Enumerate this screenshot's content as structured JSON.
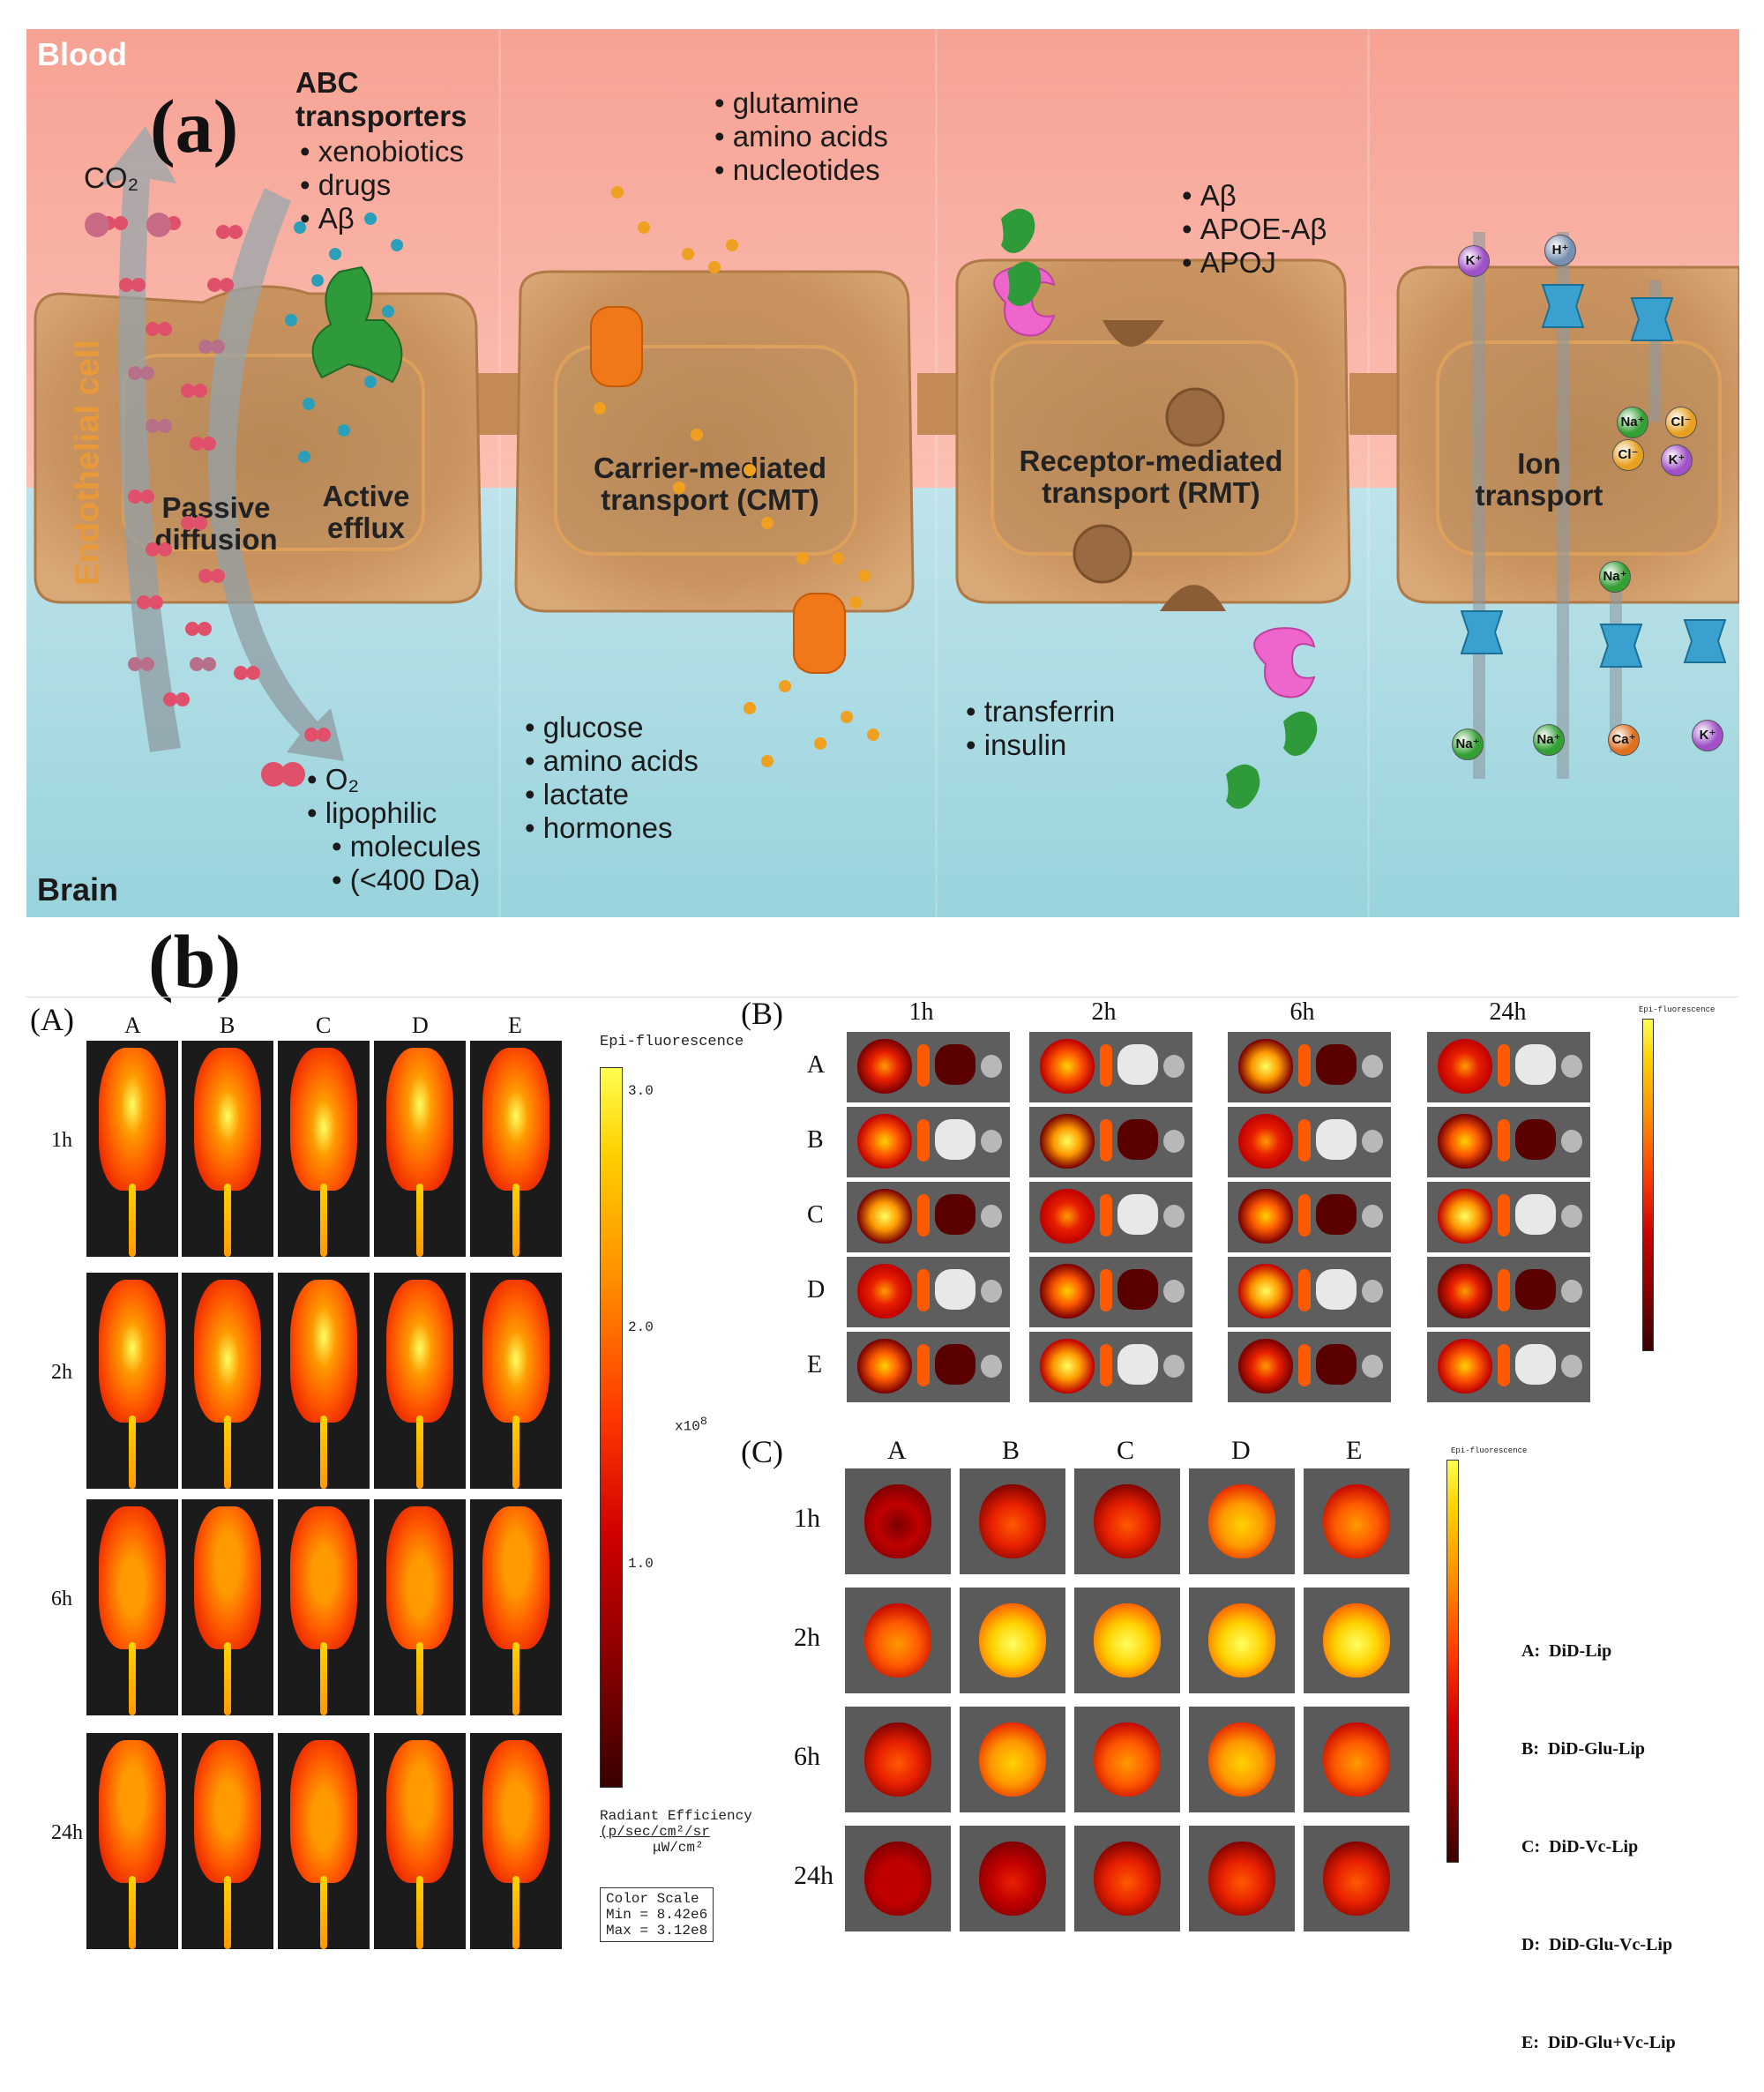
{
  "panel_a": {
    "label": "(a)",
    "region_blood": "Blood",
    "region_brain": "Brain",
    "endothelial_label": "Endothelial cell",
    "co2_label": "CO₂",
    "abc": {
      "title_1": "ABC",
      "title_2": "transporters",
      "items": [
        "xenobiotics",
        "drugs",
        "Aβ"
      ]
    },
    "cmt_top_items": [
      "glutamine",
      "amino acids",
      "nucleotides"
    ],
    "rmt_top_items": [
      "Aβ",
      "APOE-Aβ",
      "APOJ"
    ],
    "passive_diffusion": [
      "Passive",
      "diffusion"
    ],
    "active_efflux": [
      "Active",
      "efflux"
    ],
    "cmt": [
      "Carrier-mediated",
      "transport (CMT)"
    ],
    "rmt": [
      "Receptor-mediated",
      "transport (RMT)"
    ],
    "ion": [
      "Ion",
      "transport"
    ],
    "passive_bottom_items": [
      "O₂",
      "lipophilic",
      "molecules",
      "(<400 Da)"
    ],
    "cmt_bottom_items": [
      "glucose",
      "amino acids",
      "lactate",
      "hormones"
    ],
    "rmt_bottom_items": [
      "transferrin",
      "insulin"
    ],
    "ions": {
      "k": "K⁺",
      "h": "H⁺",
      "na": "Na⁺",
      "cl": "Cl⁻",
      "ca": "Ca⁺"
    },
    "colors": {
      "blood": "#f9b4a6",
      "brain": "#a9dbe3",
      "cell": "#c9925f",
      "accent": "#e8a060"
    }
  },
  "panel_b": {
    "label": "(b)",
    "sub_A": {
      "label": "(A)",
      "columns": [
        "A",
        "B",
        "C",
        "D",
        "E"
      ],
      "rows": [
        "1h",
        "2h",
        "6h",
        "24h"
      ],
      "colorbar": {
        "title": "Epi-fluorescence",
        "ticks": [
          "3.0",
          "2.0",
          "1.0"
        ],
        "multiplier": "x10",
        "multiplier_exp": "8",
        "unit_1": "Radiant Efficiency",
        "unit_2": "(p/sec/cm²/sr",
        "unit_3": "μW/cm²",
        "scale_title": "Color Scale",
        "scale_min": "Min = 8.42e6",
        "scale_max": "Max = 3.12e8"
      }
    },
    "sub_B": {
      "label": "(B)",
      "columns": [
        "1h",
        "2h",
        "6h",
        "24h"
      ],
      "rows": [
        "A",
        "B",
        "C",
        "D",
        "E"
      ],
      "colorbar_title": "Epi-fluorescence"
    },
    "sub_C": {
      "label": "(C)",
      "columns": [
        "A",
        "B",
        "C",
        "D",
        "E"
      ],
      "rows": [
        "1h",
        "2h",
        "6h",
        "24h"
      ],
      "colorbar_title": "Epi-fluorescence",
      "legend": [
        "A:  DiD-Lip",
        "B:  DiD-Glu-Lip",
        "C:  DiD-Vc-Lip",
        "D:  DiD-Glu-Vc-Lip",
        "E:  DiD-Glu+Vc-Lip"
      ]
    },
    "heat_colors": [
      "#3a0000",
      "#7a0000",
      "#c00000",
      "#e82000",
      "#ff5a00",
      "#ff9a00",
      "#ffd200",
      "#ffff60"
    ]
  }
}
